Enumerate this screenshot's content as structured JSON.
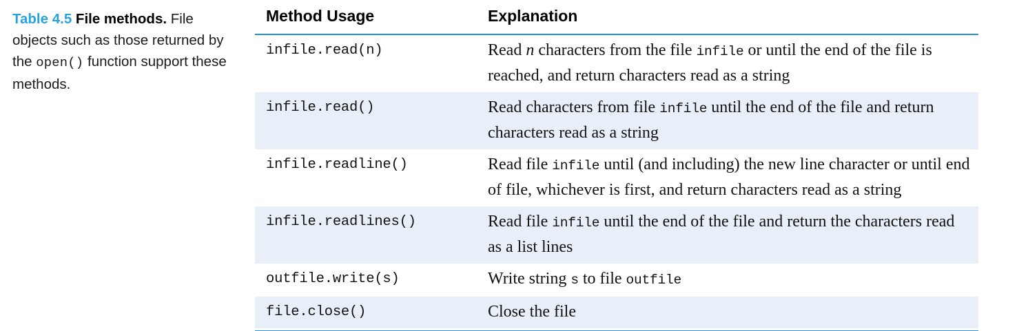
{
  "caption": {
    "label": "Table 4.5",
    "title": "File methods.",
    "body_part1": "File objects such as those returned by the ",
    "body_code": "open()",
    "body_part2": " function support these methods."
  },
  "colors": {
    "accent_blue": "#29a3e0",
    "rule_blue": "#2090d8",
    "bottom_rule_blue": "#2f93d6",
    "stripe_background": "#e9eff8",
    "row_background": "#ffffff",
    "text": "#111111"
  },
  "table": {
    "columns": [
      {
        "key": "usage",
        "header": "Method Usage"
      },
      {
        "key": "explanation",
        "header": "Explanation"
      }
    ],
    "rows": [
      {
        "usage": "infile.read(n)",
        "explanation_plain": "Read n characters from the file infile or until the end of the file is reached, and return characters read as a string",
        "explanation_parts": [
          {
            "text": "Read ",
            "style": "serif"
          },
          {
            "text": "n",
            "style": "italic"
          },
          {
            "text": " characters from the file ",
            "style": "serif"
          },
          {
            "text": "infile",
            "style": "mono"
          },
          {
            "text": " or until the end of the file is reached, and return characters read as a string",
            "style": "serif"
          }
        ],
        "striped": false
      },
      {
        "usage": "infile.read()",
        "explanation_plain": "Read characters from file infile until the end of the file and return characters read as a string",
        "explanation_parts": [
          {
            "text": "Read characters from file ",
            "style": "serif"
          },
          {
            "text": "infile",
            "style": "mono"
          },
          {
            "text": " until the end of the file and return characters read as a string",
            "style": "serif"
          }
        ],
        "striped": true
      },
      {
        "usage": "infile.readline()",
        "explanation_plain": "Read file infile until (and including) the new line character or until end of file, whichever is first, and return characters read as a string",
        "explanation_parts": [
          {
            "text": "Read file ",
            "style": "serif"
          },
          {
            "text": "infile",
            "style": "mono"
          },
          {
            "text": " until (and including) the new line character or until end of file, whichever is first, and return characters read as a string",
            "style": "serif"
          }
        ],
        "striped": false
      },
      {
        "usage": "infile.readlines()",
        "explanation_plain": "Read file infile until the end of the file and return the characters read as a list lines",
        "explanation_parts": [
          {
            "text": "Read file ",
            "style": "serif"
          },
          {
            "text": "infile",
            "style": "mono"
          },
          {
            "text": " until the end of the file and return the characters read as a list lines",
            "style": "serif"
          }
        ],
        "striped": true
      },
      {
        "usage": "outfile.write(s)",
        "explanation_plain": "Write string s to file outfile",
        "explanation_parts": [
          {
            "text": "Write string ",
            "style": "serif"
          },
          {
            "text": "s",
            "style": "mono"
          },
          {
            "text": " to file ",
            "style": "serif"
          },
          {
            "text": "outfile",
            "style": "mono"
          }
        ],
        "striped": false
      },
      {
        "usage": "file.close()",
        "explanation_plain": "Close the file",
        "explanation_parts": [
          {
            "text": "Close the file",
            "style": "serif"
          }
        ],
        "striped": true
      }
    ]
  }
}
